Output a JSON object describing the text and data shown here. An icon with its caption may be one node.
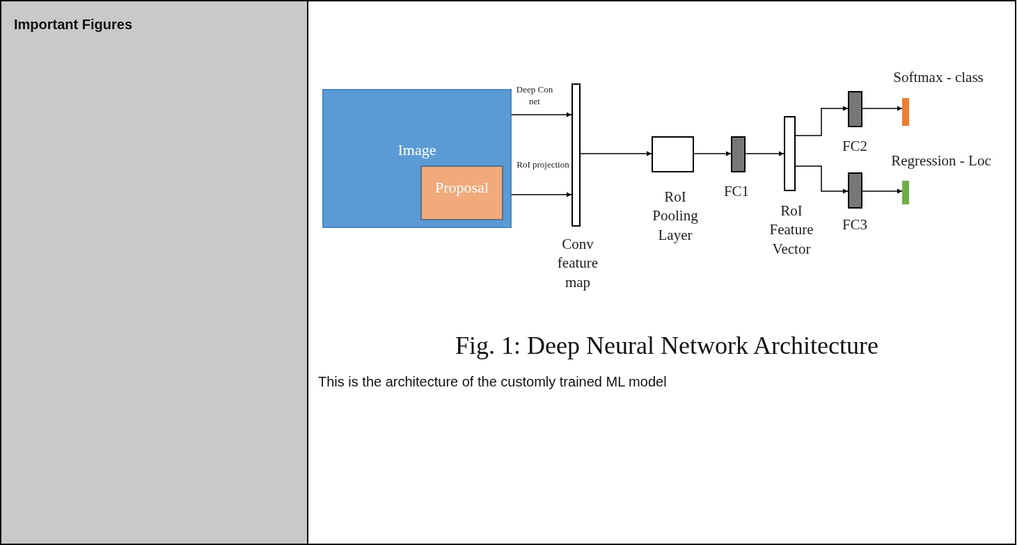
{
  "diagram": {
    "caption": "Fig. 1: Deep Neural Network Architecture",
    "nodes": [
      {
        "text": [
          "Image"
        ]
      },
      {
        "text": [
          "Proposal"
        ],
        "in": 0
      },
      {
        "text": [
          "Conv feature map"
        ]
      },
      {
        "text": [
          "RoI Pooling Layer"
        ]
      },
      {
        "text": [
          "FC1"
        ]
      },
      {
        "text": [
          "RoI Feature Vector"
        ]
      },
      {
        "text": [
          "FC2"
        ]
      },
      {
        "text": [
          "FC3"
        ]
      },
      {
        "text": [
          "Softmax - class"
        ]
      },
      {
        "text": [
          "Regression - Loc"
        ]
      }
    ],
    "edges": [
      {
        "from": 0,
        "to": 2,
        "arrow": "to",
        "label": "Deep Con net"
      },
      {
        "from": 1,
        "to": 2,
        "arrow": "to",
        "label": "RoI projection"
      },
      {
        "from": 2,
        "to": 3,
        "arrow": "to"
      },
      {
        "from": 3,
        "to": 4,
        "arrow": "to"
      },
      {
        "from": 4,
        "to": 5,
        "arrow": "to"
      },
      {
        "from": 5,
        "to": 6,
        "arrow": "to"
      },
      {
        "from": 5,
        "to": 7,
        "arrow": "to"
      },
      {
        "from": 6,
        "to": 8,
        "arrow": "to"
      },
      {
        "from": 7,
        "to": 9,
        "arrow": "to"
      }
    ],
    "labels": [
      "Important Figures",
      "This is the architecture of the customly trained ML model"
    ]
  }
}
